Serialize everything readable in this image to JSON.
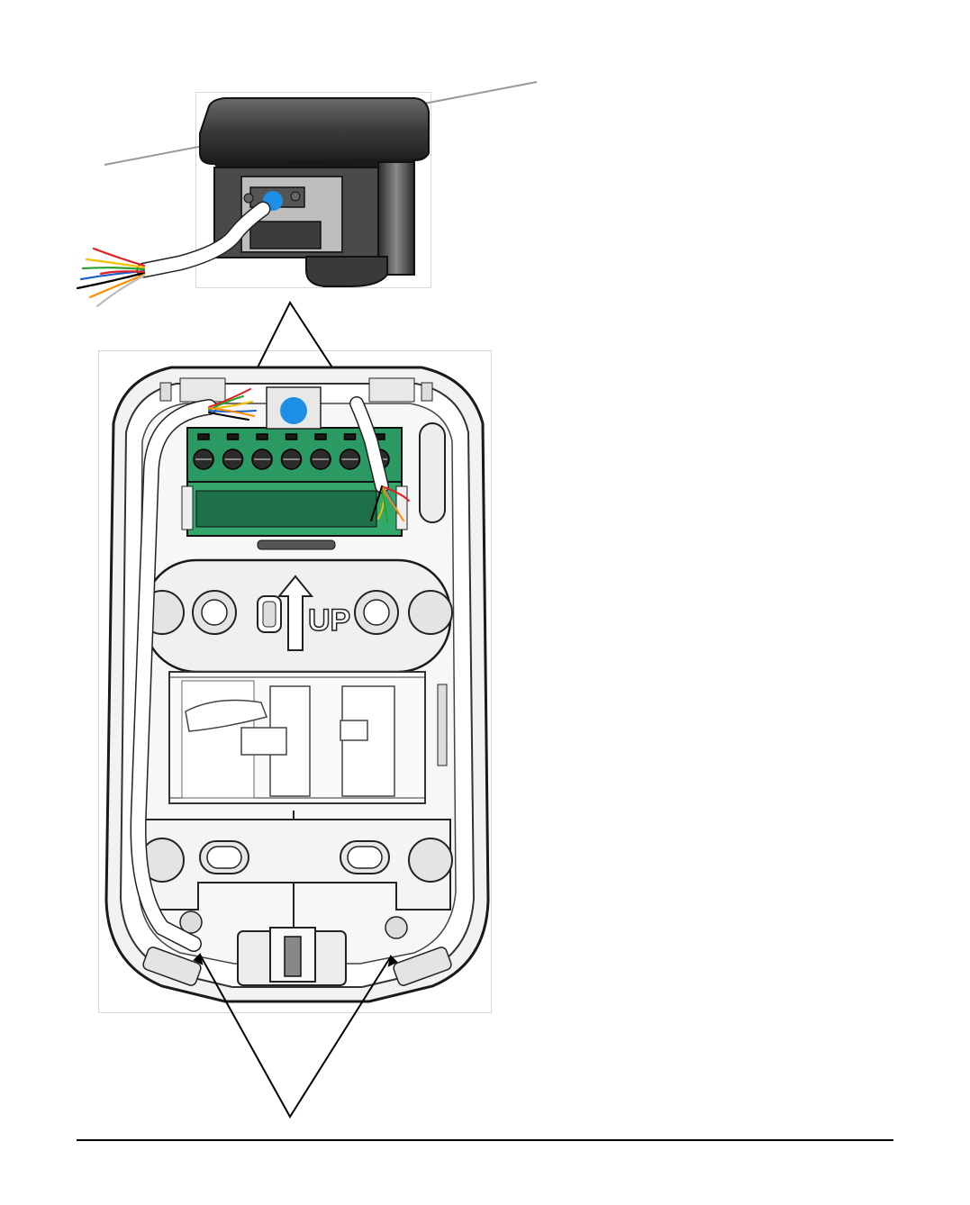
{
  "figure": {
    "base_label": "UP",
    "colors": {
      "dot": "#1e8fe6",
      "terminal": "#2a9a62",
      "terminal_dark": "#1d7048",
      "housing_dark": "#2b2b2b",
      "housing_mid": "#5a5a5a",
      "base_outline": "#2a2a2a",
      "cable": "#ffffff",
      "wire_colors": [
        "#e02020",
        "#f0c000",
        "#2aa02a",
        "#1a60d0",
        "#000000",
        "#ff8c00",
        "#ffffff"
      ]
    },
    "terminal_count": 7,
    "icons": [
      "up-arrow-icon",
      "blue-dot-marker"
    ]
  }
}
